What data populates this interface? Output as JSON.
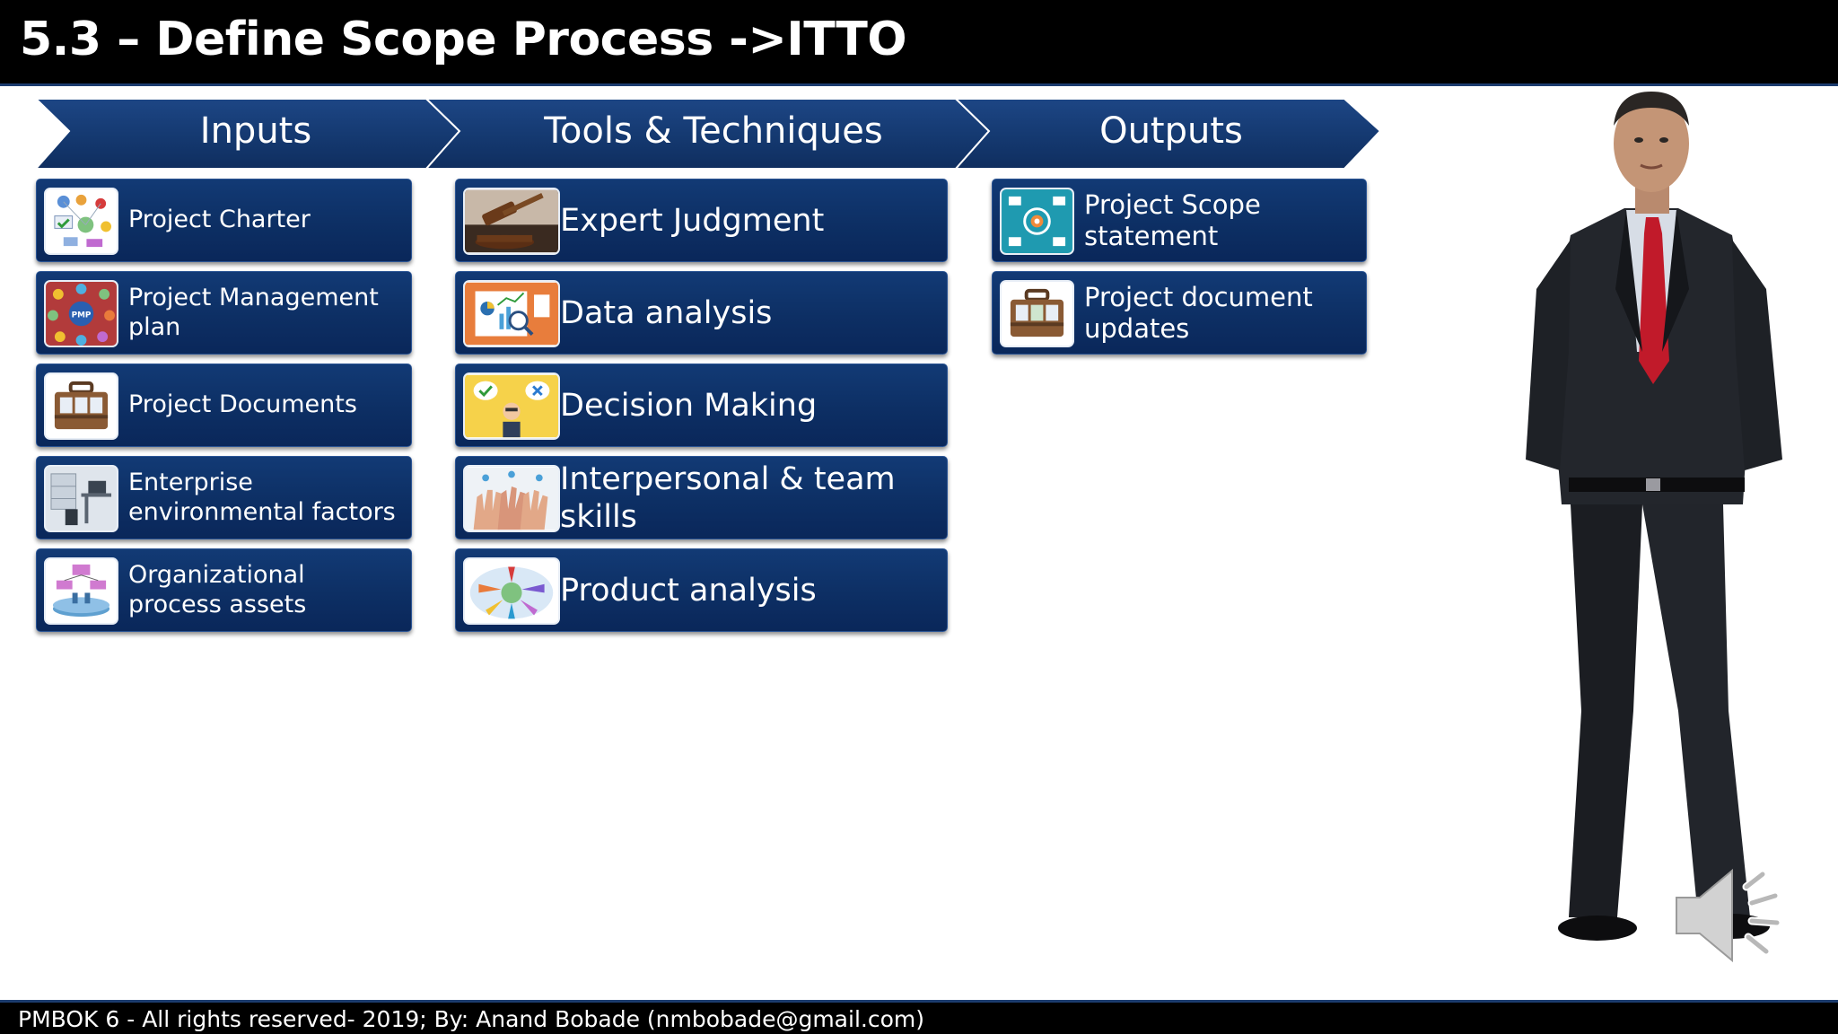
{
  "title": "5.3 – Define Scope Process ->ITTO",
  "columns": {
    "inputs": {
      "header": "Inputs",
      "items": [
        {
          "label": "Project Charter",
          "icon": "charter-icon"
        },
        {
          "label": "Project Management plan",
          "icon": "pmp-plan-icon"
        },
        {
          "label": "Project Documents",
          "icon": "briefcase-documents-icon"
        },
        {
          "label": "Enterprise environmental factors",
          "icon": "office-environment-icon"
        },
        {
          "label": "Organizational process assets",
          "icon": "org-assets-icon"
        }
      ]
    },
    "tools": {
      "header": "Tools & Techniques",
      "items": [
        {
          "label": "Expert Judgment",
          "icon": "gavel-icon"
        },
        {
          "label": "Data analysis",
          "icon": "data-analysis-icon"
        },
        {
          "label": "Decision Making",
          "icon": "decision-making-icon"
        },
        {
          "label": "Interpersonal & team skills",
          "icon": "team-hands-icon"
        },
        {
          "label": "Product analysis",
          "icon": "product-analysis-icon"
        }
      ]
    },
    "outputs": {
      "header": "Outputs",
      "items": [
        {
          "label": "Project Scope statement",
          "icon": "scope-target-icon"
        },
        {
          "label": "Project document updates",
          "icon": "briefcase-updates-icon"
        }
      ]
    }
  },
  "footer": "PMBOK 6 - All rights reserved- 2019; By: Anand Bobade (nmbobade@gmail.com)",
  "colors": {
    "header_bar": "#000000",
    "chevron": "#15376b",
    "card": "#0f3169",
    "accent_line": "#1c3c6e"
  }
}
